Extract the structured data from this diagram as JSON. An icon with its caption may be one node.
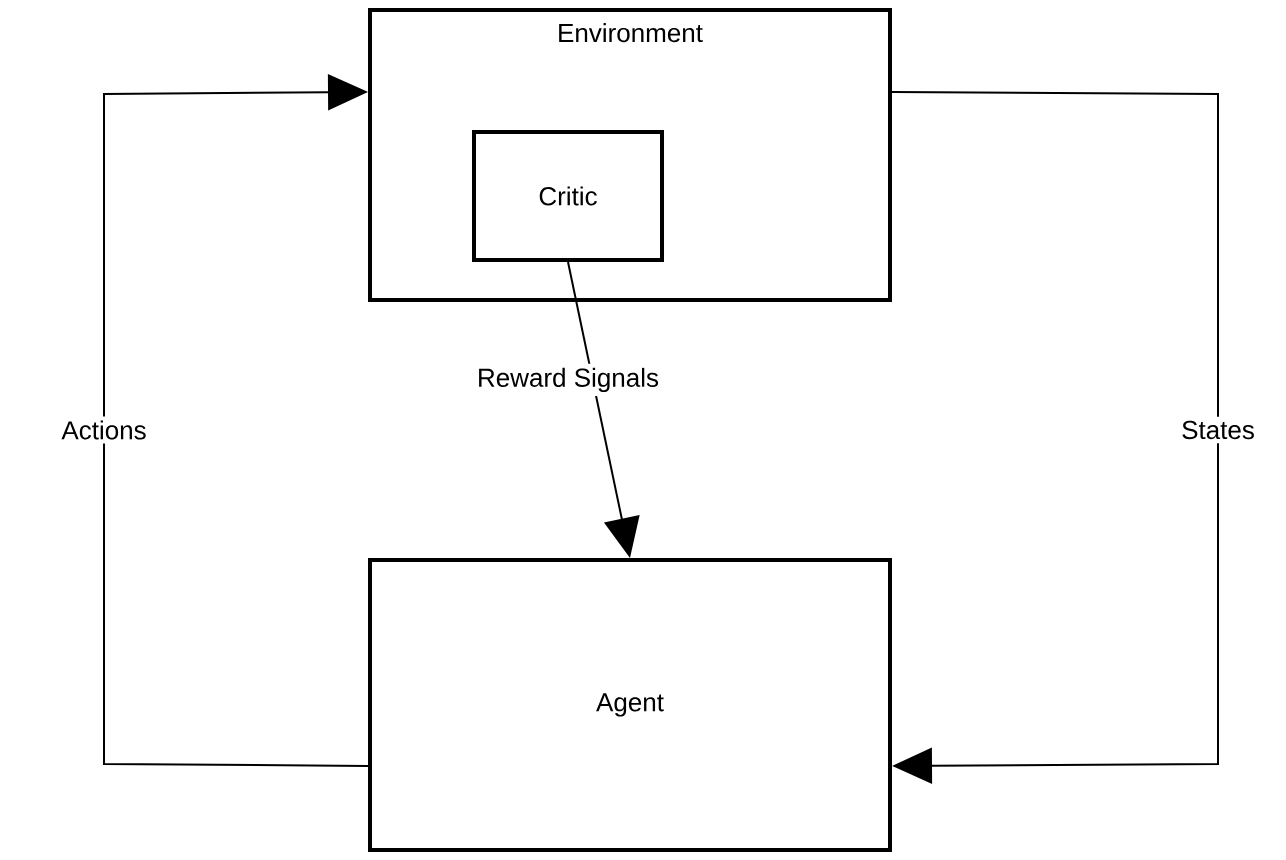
{
  "diagram": {
    "nodes": [
      {
        "text": [
          "Environment"
        ]
      },
      {
        "text": [
          "Critic"
        ],
        "in": 0
      },
      {
        "text": [
          "Agent"
        ]
      }
    ],
    "edges": [
      {
        "from": 2,
        "to": 0,
        "arrow": "to",
        "label": "Actions"
      },
      {
        "from": 0,
        "to": 2,
        "arrow": "to",
        "label": "States"
      },
      {
        "from": 1,
        "to": 2,
        "arrow": "to",
        "label": "Reward Signals"
      }
    ]
  }
}
